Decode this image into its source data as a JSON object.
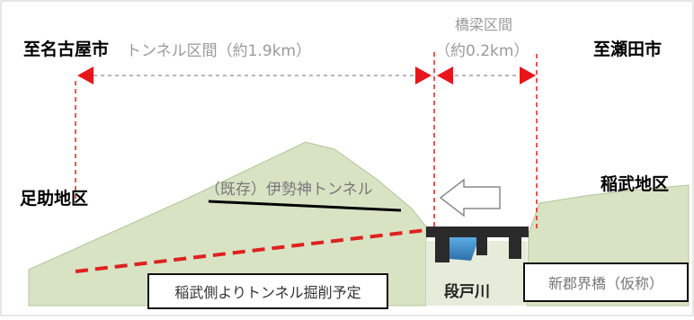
{
  "labels": {
    "to_nagoya": "至名古屋市",
    "to_kasugai": "至瀬田市",
    "tunnel_section": "トンネル区間（約1.9km）",
    "bridge_section_line1": "橋梁区間",
    "bridge_section_line2": "（約0.2km）",
    "left_district": "足助地区",
    "right_district": "稲武地区",
    "existing_tunnel": "（既存）伊勢神トンネル",
    "river": "段戸川"
  },
  "boxes": {
    "excavation_plan": "稲武側よりトンネル掘削予定",
    "bridge_name": "新郡界橋（仮称）"
  },
  "colors": {
    "mountain": "#d8e3c4",
    "mountain_edge": "#b4c49a",
    "arrow_red": "#e8161a",
    "dashed_red": "#e02020",
    "bridge_dark": "#2a2a2a",
    "river_blue": "#4a9ad6"
  }
}
